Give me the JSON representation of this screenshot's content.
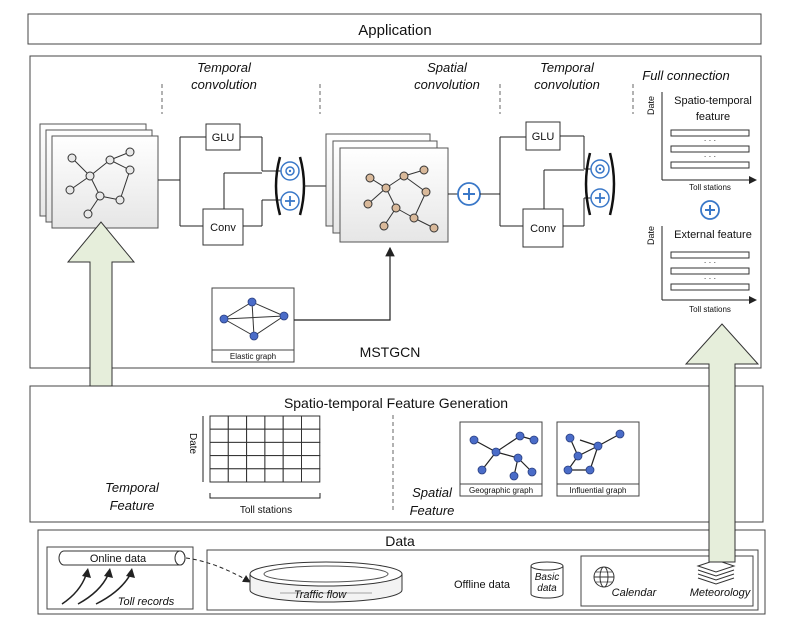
{
  "application": {
    "label": "Application"
  },
  "mstgcn": {
    "label": "MSTGCN",
    "temporal_convolution_1": [
      "Temporal",
      "convolution"
    ],
    "spatial_convolution": [
      "Spatial",
      "convolution"
    ],
    "temporal_convolution_2": [
      "Temporal",
      "convolution"
    ],
    "full_connection": "Full connection",
    "glu": "GLU",
    "conv": "Conv",
    "elastic_graph": "Elastic graph",
    "spatio_temporal_feature": [
      "Spatio-temporal",
      "feature"
    ],
    "external_feature": "External feature",
    "date_axis": "Date",
    "toll_stations_axis": "Toll stations"
  },
  "feature_generation": {
    "title": "Spatio-temporal Feature Generation",
    "temporal_feature": [
      "Temporal",
      "Feature"
    ],
    "spatial_feature": [
      "Spatial",
      "Feature"
    ],
    "date_axis": "Date",
    "toll_stations": "Toll stations",
    "geographic_graph": "Geographic graph",
    "influential_graph": "Influential graph"
  },
  "data": {
    "title": "Data",
    "online_data": "Online data",
    "toll_records": "Toll records",
    "traffic_flow": "Traffic flow",
    "offline_data": "Offline data",
    "basic_data": [
      "Basic",
      "data"
    ],
    "calendar": "Calendar",
    "meteorology": "Meteorology"
  },
  "colors": {
    "big_arrow_fill": "#e6eedb",
    "node_blue": "#4a6cc8",
    "node_tan": "#d9b99a",
    "plus_blue": "#3a78c8"
  },
  "icons": [
    "plus-icon",
    "circle-dot-icon",
    "globe-icon",
    "database-icon",
    "stack-icon"
  ]
}
